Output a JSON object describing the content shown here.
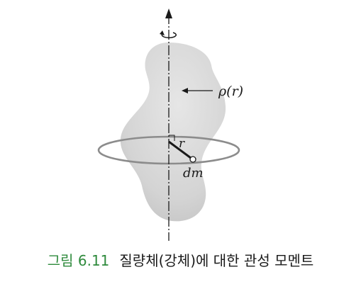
{
  "figure": {
    "density_label": "ρ(r)",
    "radius_label": "r",
    "mass_element_label": "dm"
  },
  "caption": {
    "figure_number": "그림 6.11",
    "text": "질량체(강체)에 대한 관성 모멘트"
  },
  "colors": {
    "body_fill": "#d6d6d6",
    "ring_stroke": "#8c8c8c",
    "caption_number": "#2e8a3c"
  },
  "icons": [
    "rotation-arrow-icon",
    "axis-arrowhead-icon"
  ]
}
